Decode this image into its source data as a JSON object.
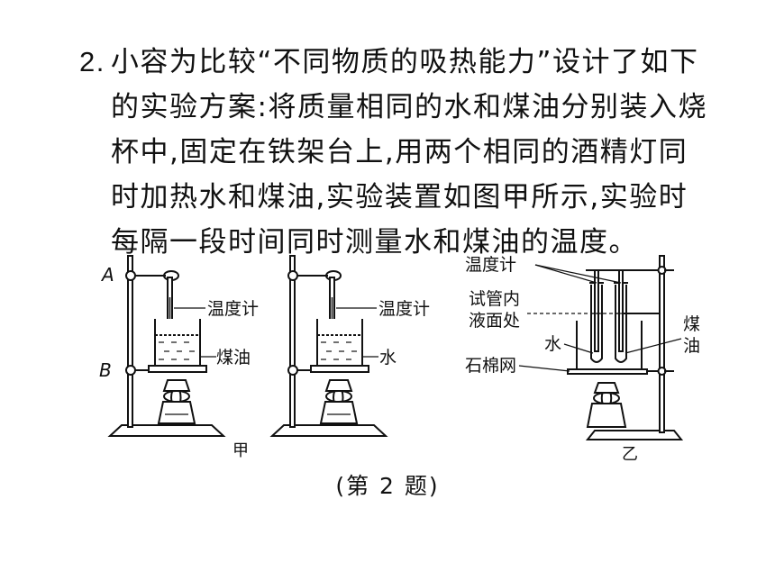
{
  "problem": {
    "number": "2.",
    "lines": [
      "小容为比较“不同物质的吸热能力”设计了如下",
      "的实验方案:将质量相同的水和煤油分别装入烧",
      "杯中,固定在铁架台上,用两个相同的酒精灯同",
      "时加热水和煤油,实验装置如图甲所示,实验时",
      "每隔一段时间同时测量水和煤油的温度。"
    ]
  },
  "figure_jia": {
    "label_a": "A",
    "label_b": "B",
    "left_thermometer": "温度计",
    "left_liquid": "煤油",
    "right_thermometer": "温度计",
    "right_liquid": "水",
    "caption": "甲"
  },
  "figure_yi": {
    "thermometer": "温度计",
    "test_tube_level_line1": "试管内",
    "test_tube_level_line2": "液面处",
    "water": "水",
    "kerosene_line1": "煤",
    "kerosene_line2": "油",
    "asbestos_net": "石棉网",
    "caption": "乙"
  },
  "caption": "(第 2 题)"
}
